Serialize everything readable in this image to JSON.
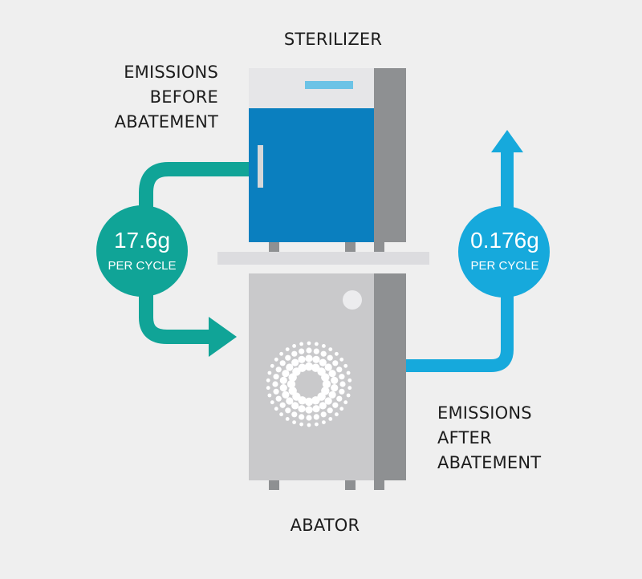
{
  "labels": {
    "sterilizer": "STERILIZER",
    "abator": "ABATOR",
    "before": [
      "EMISSIONS",
      "BEFORE",
      "ABATEMENT"
    ],
    "after": [
      "EMISSIONS",
      "AFTER",
      "ABATEMENT"
    ]
  },
  "before_value": "17.6g",
  "before_unit": "PER CYCLE",
  "after_value": "0.176g",
  "after_unit": "PER CYCLE",
  "colors": {
    "teal": "#10a497",
    "sky": "#16a9dc",
    "sterilizer_blue": "#0a7fbf",
    "sterilizer_top": "#e6e6e8",
    "gray_side": "#8e9092",
    "abator_body": "#c9c9cb",
    "background": "#efefef"
  }
}
